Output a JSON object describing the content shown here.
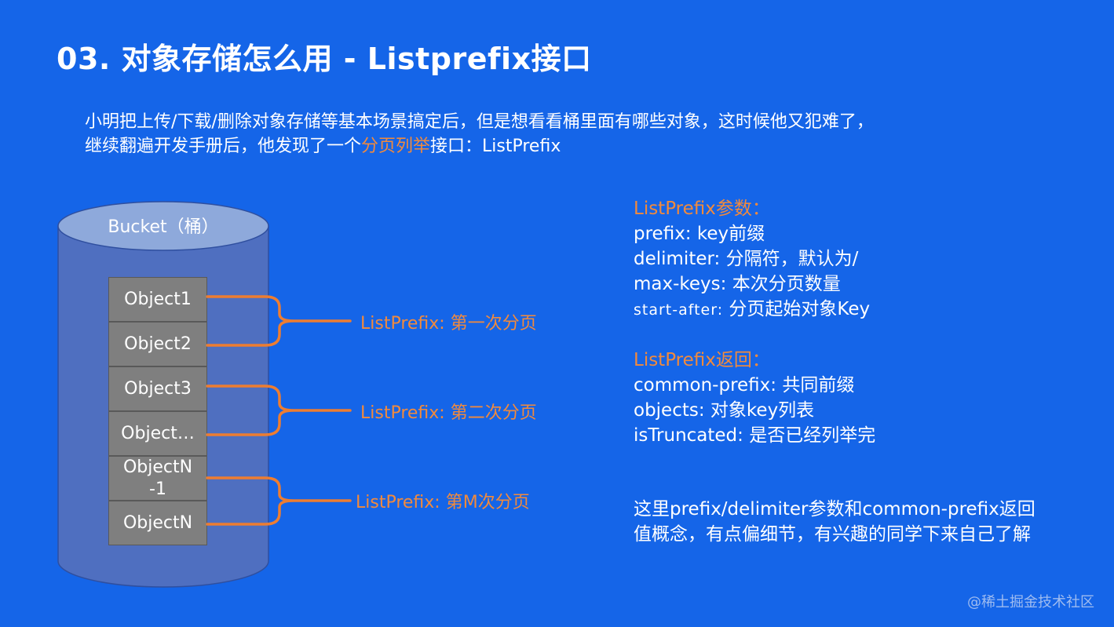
{
  "slide": {
    "title": "03. 对象存储怎么用 - Listprefix接口",
    "intro": {
      "line1": "小明把上传/下载/删除对象存储等基本场景搞定后，但是想看看桶里面有哪些对象，这时候他又犯难了，",
      "line2_before": "继续翻遍开发手册后，他发现了一个",
      "line2_highlight": "分页列举",
      "line2_after": "接口：ListPrefix"
    },
    "bucket": {
      "label": "Bucket（桶）",
      "objects": [
        "Object1",
        "Object2",
        "Object3",
        "Object…",
        "ObjectN\n-1",
        "ObjectN"
      ]
    },
    "pages": [
      "ListPrefix: 第一次分页",
      "ListPrefix: 第二次分页",
      "ListPrefix: 第M次分页"
    ],
    "params": {
      "head": "ListPrefix参数：",
      "items": [
        {
          "key": "prefix:",
          "desc": " key前缀"
        },
        {
          "key": "delimiter:",
          "desc": " 分隔符，默认为/"
        },
        {
          "key": "max-keys:",
          "desc": "  本次分页数量"
        },
        {
          "key": "start-after:",
          "desc": "  分页起始对象Key"
        }
      ]
    },
    "returns": {
      "head": "ListPrefix返回：",
      "items": [
        {
          "key": "common-prefix:",
          "desc": " 共同前缀"
        },
        {
          "key": "objects:",
          "desc": " 对象key列表"
        },
        {
          "key": "isTruncated:",
          "desc": " 是否已经列举完"
        }
      ]
    },
    "note": {
      "line1": "这里prefix/delimiter参数和common-prefix返回",
      "line2": "值概念，有点偏细节，有兴趣的同学下来自己了解"
    },
    "watermark": "@稀土掘金技术社区",
    "colors": {
      "background": "#1565e8",
      "accent": "#f28a3c",
      "bucket_body": "#4f6fc0",
      "bucket_top": "#8ea9db",
      "object_box": "#7f7f7f",
      "bracket": "#ed7d31"
    }
  }
}
